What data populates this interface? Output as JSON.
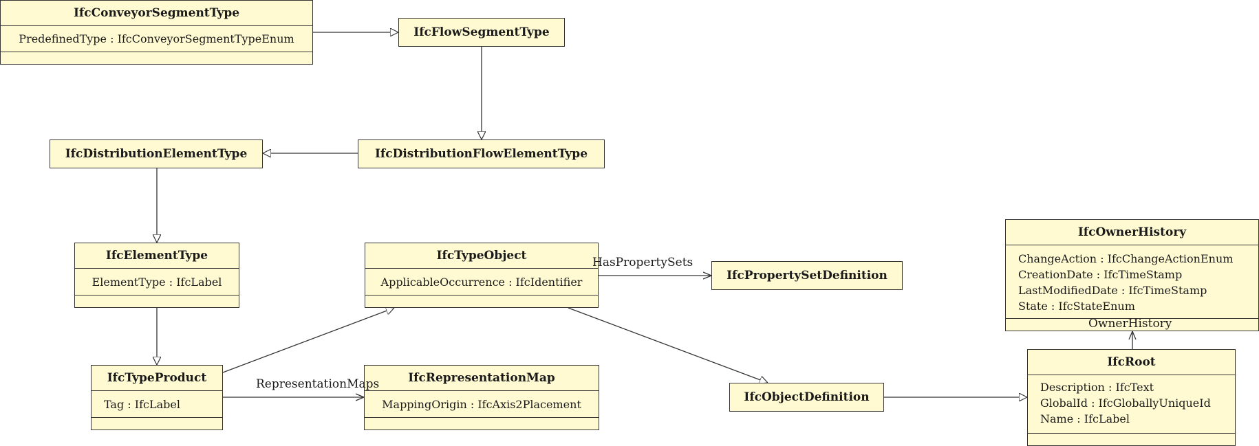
{
  "classes": {
    "conveyor": {
      "name": "IfcConveyorSegmentType",
      "attrs": [
        "PredefinedType : IfcConveyorSegmentTypeEnum"
      ]
    },
    "flow_segment": {
      "name": "IfcFlowSegmentType"
    },
    "dist_flow": {
      "name": "IfcDistributionFlowElementType"
    },
    "dist_elem": {
      "name": "IfcDistributionElementType"
    },
    "element_type": {
      "name": "IfcElementType",
      "attrs": [
        "ElementType : IfcLabel"
      ]
    },
    "type_object": {
      "name": "IfcTypeObject",
      "attrs": [
        "ApplicableOccurrence : IfcIdentifier"
      ]
    },
    "pset_def": {
      "name": "IfcPropertySetDefinition"
    },
    "owner_history": {
      "name": "IfcOwnerHistory",
      "attrs": [
        "ChangeAction : IfcChangeActionEnum",
        "CreationDate : IfcTimeStamp",
        "LastModifiedDate : IfcTimeStamp",
        "State : IfcStateEnum"
      ]
    },
    "type_product": {
      "name": "IfcTypeProduct",
      "attrs": [
        "Tag : IfcLabel"
      ]
    },
    "rep_map": {
      "name": "IfcRepresentationMap",
      "attrs": [
        "MappingOrigin : IfcAxis2Placement"
      ]
    },
    "object_def": {
      "name": "IfcObjectDefinition"
    },
    "root": {
      "name": "IfcRoot",
      "attrs": [
        "Description : IfcText",
        "GlobalId : IfcGloballyUniqueId",
        "Name : IfcLabel"
      ]
    }
  },
  "associations": {
    "has_property_sets": "HasPropertySets",
    "representation_maps": "RepresentationMaps",
    "owner_history": "OwnerHistory"
  },
  "colors": {
    "box_fill": "#fffad2",
    "line": "#333333"
  }
}
